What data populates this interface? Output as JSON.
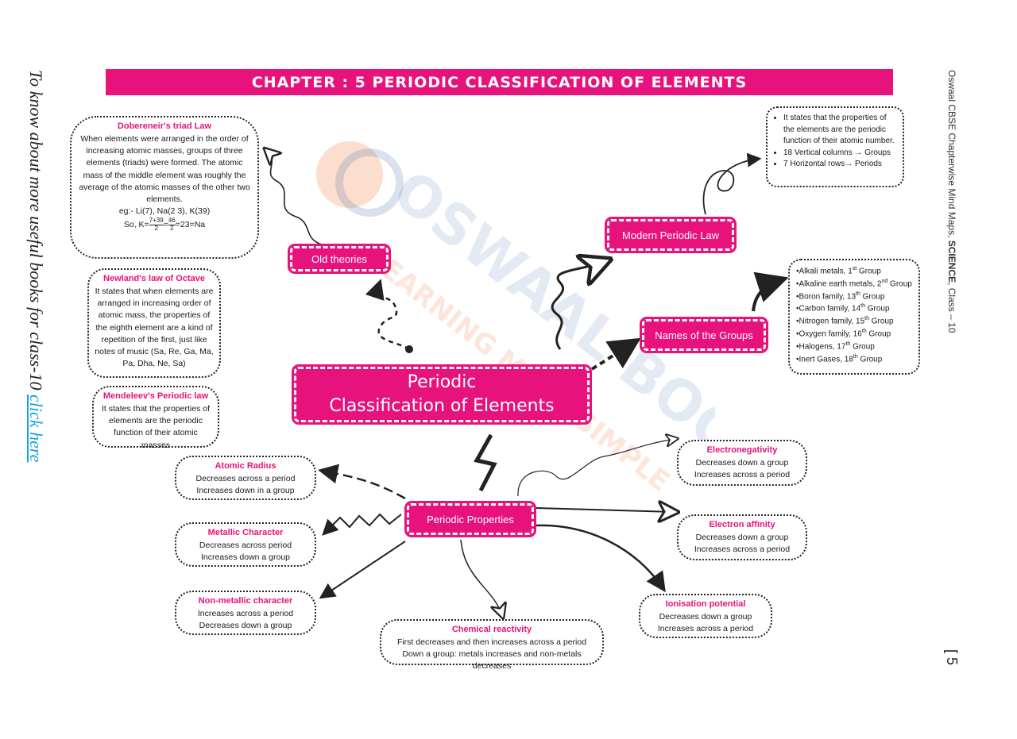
{
  "banner": {
    "title": "CHAPTER : 5 PERIODIC CLASSIFICATION OF ELEMENTS"
  },
  "side_left": {
    "text": "To know about more useful books for class-10",
    "link": "click here"
  },
  "side_right": {
    "text_a": "Oswaal CBSE Chapterwise Mind Maps, ",
    "text_b": "SCIENCE",
    "text_c": ", Class – 10"
  },
  "page_number": "[ 5",
  "watermark": {
    "text_a": "OSWAAL BOOKS",
    "text_b": "LEARNING MADE SIMPLE"
  },
  "center": {
    "line1": "Periodic",
    "line2": "Classification of Elements"
  },
  "nodes": {
    "old_theories": "Old theories",
    "modern_law": "Modern Periodic Law",
    "groups": "Names of the Groups",
    "properties": "Periodic Properties"
  },
  "dobereiner": {
    "title": "Dobereneir's triad Law",
    "body": "When elements were arranged in the order of increasing atomic masses, groups of three elements (triads) were formed. The atomic mass of the middle element was roughly the average of the atomic masses of the other two elements.",
    "example": "eg:- Li(7), Na(2 3), K(39)",
    "calc_prefix": "So, K=",
    "frac1_num": "7+39",
    "frac1_den": "2",
    "frac2_num": "46",
    "frac2_den": "2",
    "calc_suffix": "=23=Na"
  },
  "newland": {
    "title": "Newland's law of Octave",
    "body": "It states that when elements are arranged in increasing order of atomic mass, the properties of the eighth element are a kind of repetition of the first, just like notes of music (Sa, Re, Ga, Ma, Pa, Dha, Ne, Sa)"
  },
  "mendeleev": {
    "title": "Mendeleev's Periodic law",
    "body": "It states that the properties of elements are the periodic function of their atomic masses"
  },
  "modern_note": {
    "items": [
      "It states that the properties of the elements are the periodic function of their atomic number.",
      "18 Vertical columns → Groups",
      "7 Horizontal rows→ Periods"
    ]
  },
  "groups_note": {
    "items": [
      {
        "name": "Alkali metals, 1",
        "sup": "st",
        "tail": " Group"
      },
      {
        "name": "Alkaline earth metals, 2",
        "sup": "nd",
        "tail": " Group"
      },
      {
        "name": "Boron family, 13",
        "sup": "th",
        "tail": " Group"
      },
      {
        "name": "Carbon family, 14",
        "sup": "th",
        "tail": " Group"
      },
      {
        "name": "Nitrogen family, 15",
        "sup": "th",
        "tail": " Group"
      },
      {
        "name": "Oxygen family, 16",
        "sup": "th",
        "tail": " Group"
      },
      {
        "name": "Halogens, 17",
        "sup": "th",
        "tail": " Group"
      },
      {
        "name": "Inert Gases, 18",
        "sup": "th",
        "tail": " Group"
      }
    ]
  },
  "atomic_radius": {
    "title": "Atomic Radius",
    "l1": "Decreases across a period",
    "l2": "Increases down in a group"
  },
  "metallic": {
    "title": "Metallic Character",
    "l1": "Decreases across period",
    "l2": "Increases down a group"
  },
  "nonmetallic": {
    "title": "Non-metallic character",
    "l1": "Increases across a period",
    "l2": "Decreases down a group"
  },
  "reactivity": {
    "title": "Chemical reactivity",
    "l1": "First decreases and then increases across a period",
    "l2": "Down a group: metals increases and non-metals decreases"
  },
  "ionisation": {
    "title": "Ionisation potential",
    "l1": "Decreases down a group",
    "l2": "Increases across a period"
  },
  "electron_affinity": {
    "title": "Electron affinity",
    "l1": "Decreases down a group",
    "l2": "Increases across a period"
  },
  "electronegativity": {
    "title": "Electronegativity",
    "l1": "Decreases down a group",
    "l2": "Increases across a period"
  },
  "colors": {
    "accent": "#e8127c",
    "link": "#1a9fe0",
    "watermark_orange": "#f47b3c",
    "watermark_blue": "#2a5aa8"
  }
}
